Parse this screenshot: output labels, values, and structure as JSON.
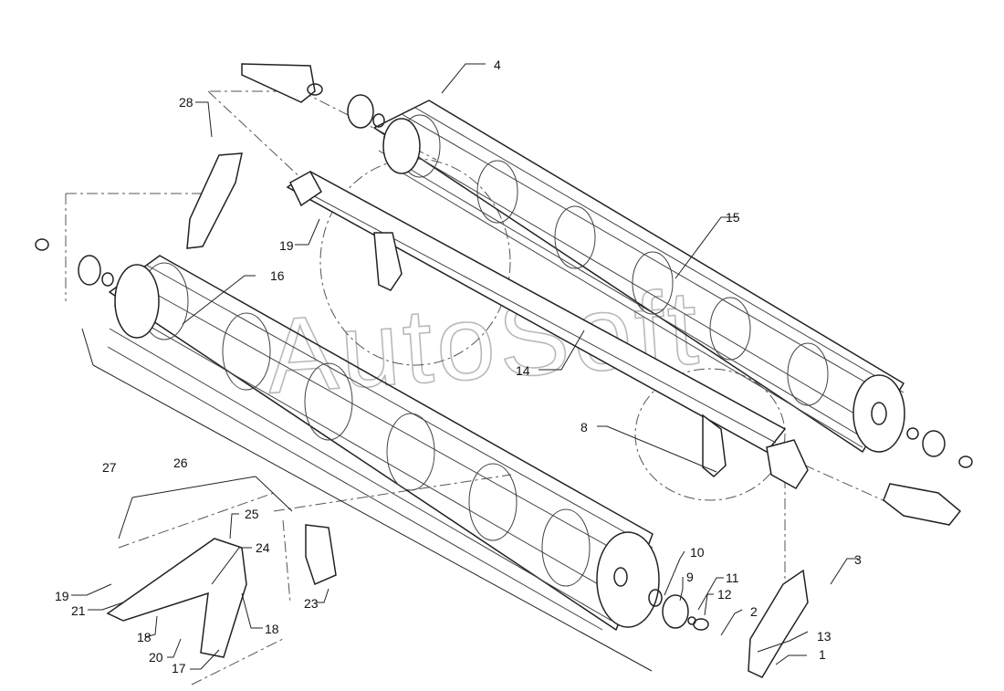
{
  "watermark": "AutoSoft",
  "callouts": [
    "1",
    "2",
    "3",
    "4",
    "8",
    "9",
    "10",
    "11",
    "12",
    "13",
    "14",
    "15",
    "16",
    "17",
    "18",
    "18",
    "19",
    "19",
    "20",
    "21",
    "23",
    "24",
    "25",
    "26",
    "27",
    "28"
  ]
}
